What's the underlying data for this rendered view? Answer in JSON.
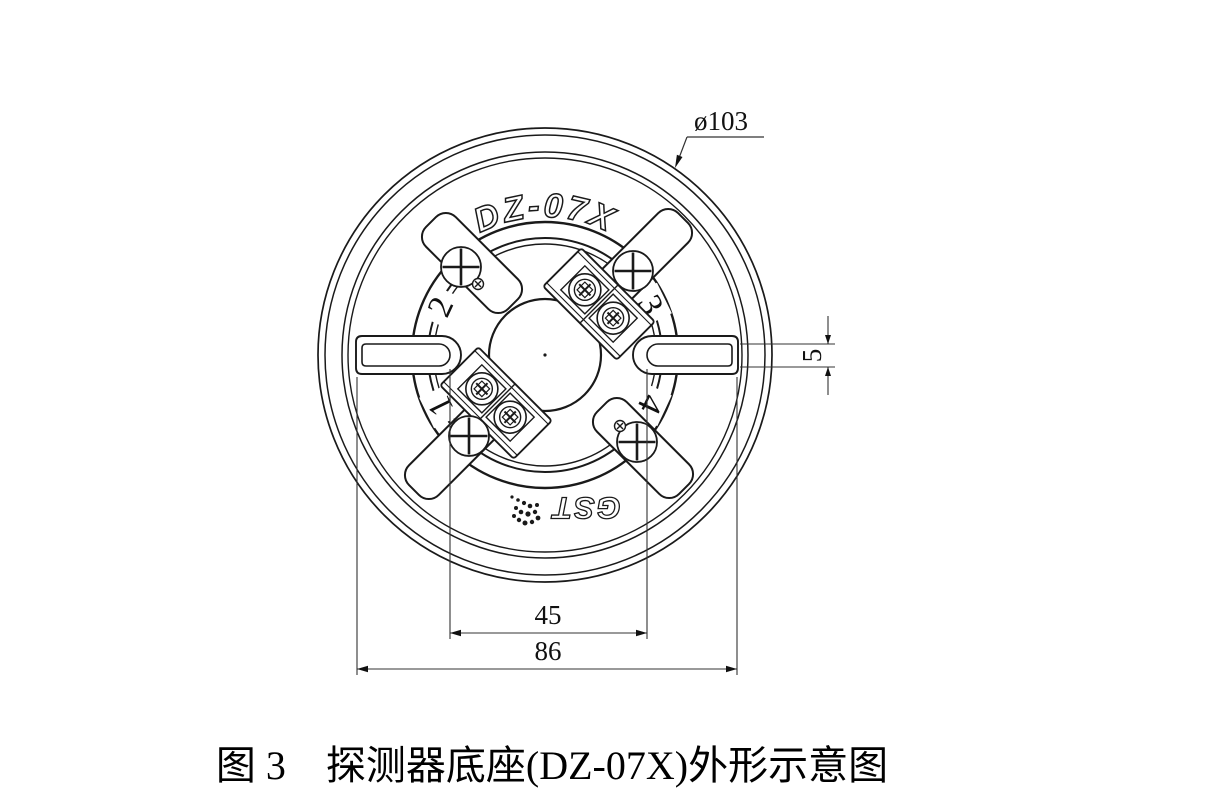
{
  "drawing": {
    "product_model": "DZ-07X",
    "brand": "GST",
    "terminal_labels": [
      "1",
      "2",
      "3",
      "4"
    ],
    "dimensions": {
      "diameter": "ø103",
      "slot_height": "5",
      "screw_span": "45",
      "outer_span": "86"
    },
    "caption": "图 3　探测器底座(DZ-07X)外形示意图",
    "colors": {
      "line": "#1a1a1a",
      "dimension_line": "#333333",
      "background": "#ffffff"
    }
  }
}
